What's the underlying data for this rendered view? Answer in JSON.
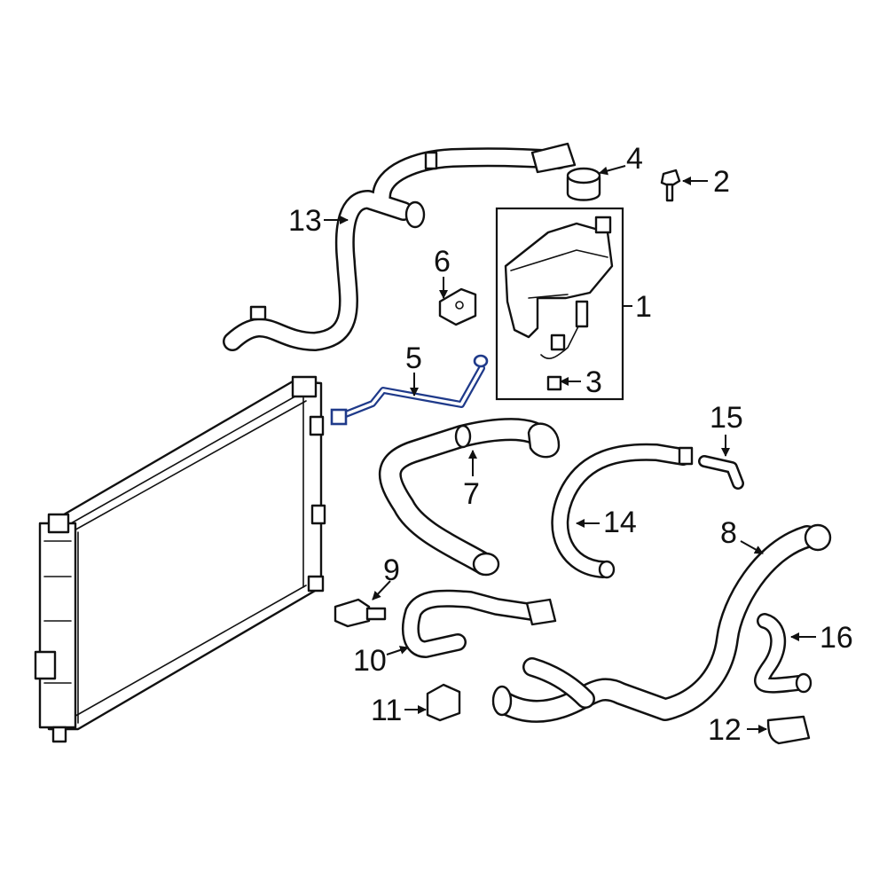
{
  "accent_color": "#1f3a8a",
  "highlighted_part": "5",
  "callouts": {
    "c1": "1",
    "c2": "2",
    "c3": "3",
    "c4": "4",
    "c5": "5",
    "c6": "6",
    "c7": "7",
    "c8": "8",
    "c9": "9",
    "c10": "10",
    "c11": "11",
    "c12": "12",
    "c13": "13",
    "c14": "14",
    "c15": "15",
    "c16": "16"
  }
}
